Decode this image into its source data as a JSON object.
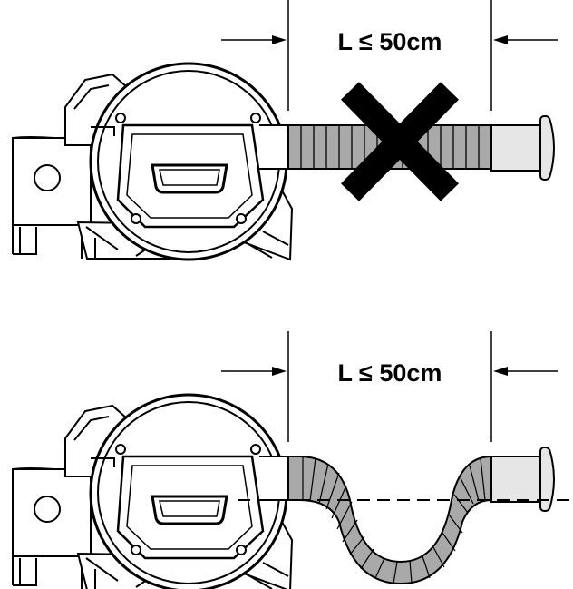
{
  "top_panel": {
    "length_label": "L ≤ 50cm",
    "status": "incorrect",
    "cross_icon": "x-mark-icon"
  },
  "bottom_panel": {
    "length_label": "L ≤ 50cm",
    "status": "correct"
  },
  "colors": {
    "line": "#000000",
    "hose_fill": "#a9a9a9",
    "cap_fill": "#e6e6e6",
    "cross": "#000000"
  }
}
